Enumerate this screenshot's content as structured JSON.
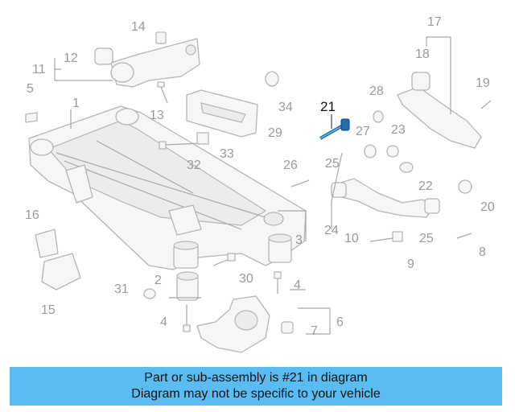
{
  "diagram": {
    "highlighted_part": "21",
    "callouts": [
      "1",
      "2",
      "3",
      "4",
      "4",
      "5",
      "6",
      "7",
      "8",
      "9",
      "10",
      "11",
      "12",
      "13",
      "14",
      "15",
      "16",
      "17",
      "18",
      "19",
      "20",
      "21",
      "22",
      "23",
      "24",
      "25",
      "25",
      "26",
      "27",
      "28",
      "29",
      "30",
      "31",
      "32",
      "33",
      "34"
    ]
  },
  "banner": {
    "line1": "Part or sub-assembly is #21 in diagram",
    "line2": "Diagram may not be specific to your vehicle"
  },
  "colors": {
    "banner_bg": "#5bbcf2",
    "highlight_part": "#1f6fb0",
    "line_art": "#b5b5b5"
  }
}
